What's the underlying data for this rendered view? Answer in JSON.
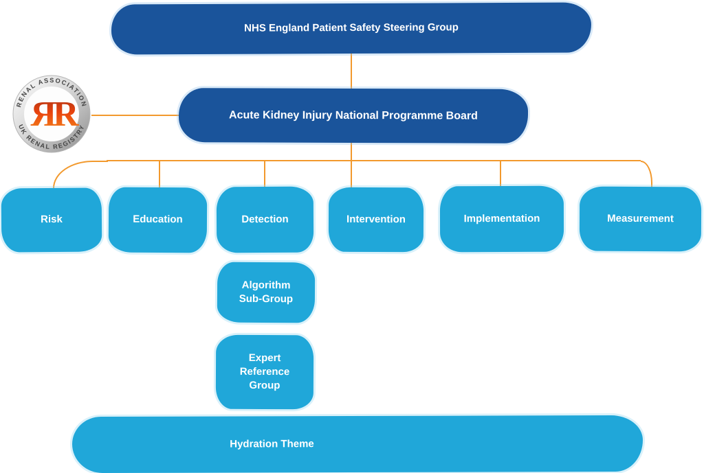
{
  "diagram": {
    "top_box": {
      "label": "NHS England Patient Safety Steering  Group"
    },
    "board_box": {
      "label": "Acute Kidney Injury National Programme Board"
    },
    "logo": {
      "top_arc": "RENAL ASSOCIATION",
      "bottom_arc": "UK RENAL REGISTRY",
      "monogram": "ЯR"
    },
    "workstreams": [
      {
        "label": "Risk"
      },
      {
        "label": "Education"
      },
      {
        "label": "Detection"
      },
      {
        "label": "Intervention"
      },
      {
        "label": "Implementation"
      },
      {
        "label": "Measurement"
      }
    ],
    "subgroups": [
      {
        "label": "Algorithm Sub-Group"
      },
      {
        "label": "Expert Reference Group"
      }
    ],
    "bottom_box": {
      "label": "Hydration Theme"
    },
    "colors": {
      "dark_blue": "#1a549b",
      "light_blue": "#20a7d9",
      "orange": "#f2992d",
      "logo_letter_red": "#e8430e"
    }
  }
}
